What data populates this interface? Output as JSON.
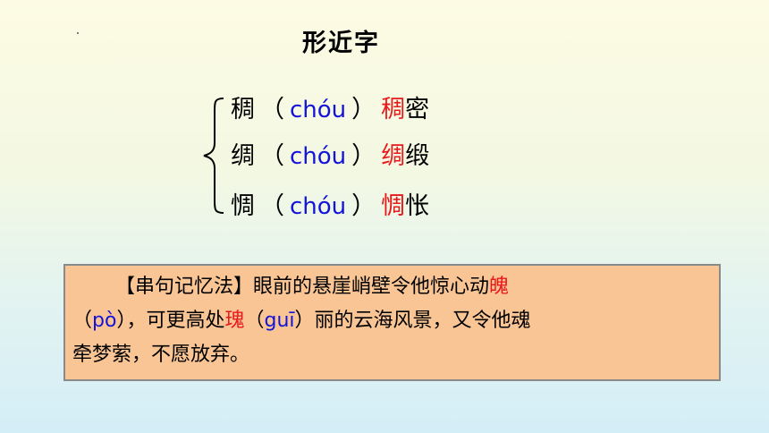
{
  "title": "形近字",
  "rows": [
    {
      "char": "稠",
      "pinyin": "chóu",
      "word_red": "稠",
      "word_rest": "密"
    },
    {
      "char": "绸",
      "pinyin": "chóu",
      "word_red": "绸",
      "word_rest": "缎"
    },
    {
      "char": "惆",
      "pinyin": "chóu",
      "word_red": "惆",
      "word_rest": "怅"
    }
  ],
  "paren_open": "（",
  "paren_close": "）",
  "box": {
    "line1_prefix": "【串句记忆法】眼前的悬崖峭壁令他惊心动",
    "line1_red": "魄",
    "line2_open": "（",
    "line2_pinyin1": "pò",
    "line2_mid": "），可更高处",
    "line2_red": "瑰",
    "line2_open2": "（",
    "line2_pinyin2": "guī",
    "line2_rest": "）丽的云海风景，又令他魂",
    "line3": "牵梦萦，不愿放弃。"
  },
  "colors": {
    "pinyin": "#1414d8",
    "highlight": "#e8191b",
    "box_bg": "#f9c594"
  }
}
